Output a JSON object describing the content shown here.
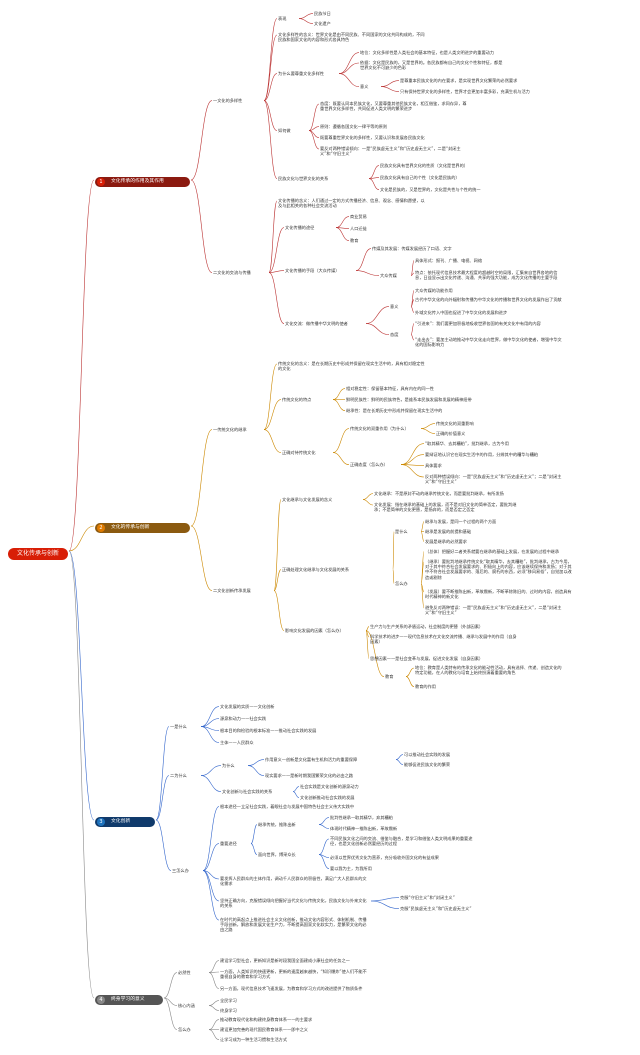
{
  "root": "文化传承与创新",
  "sections": [
    {
      "num": "1",
      "label": "文化传承的作用及其作用",
      "color": "#8b1a10",
      "bullet": "#d81e06"
    },
    {
      "num": "2",
      "label": "文化的传承与创新",
      "color": "#8b5a10",
      "bullet": "#e07b00"
    },
    {
      "num": "3",
      "label": "文化创新",
      "color": "#103a6b",
      "bullet": "#1e73be"
    },
    {
      "num": "4",
      "label": "终身学习的意义",
      "color": "#555555",
      "bullet": "#888888"
    }
  ],
  "nodes": {
    "s1a": "一文化的多样性",
    "s1a1": "表现",
    "s1a1a": "民族节日",
    "s1a1b": "文化遗产",
    "s1a2": "文化多样性的含义：世界文化是由不同民族、不同国家的文化共同构成的，不同民族和国家文化的内容和形式各具特色",
    "s1a3": "为什么要尊重文化多样性",
    "s1a3a": "地位：文化多样性是人类社会的基本特征，也是人类文明进步的重要动力",
    "s1a3b": "依据：文化是民族的，又是世界的。各民族都有自己的文化个性和特征，都是世界文化不可缺少的色彩",
    "s1a3c": "意义",
    "s1a3c1": "是尊重本民族文化的内在要求，是实现世界文化繁荣的必然要求",
    "s1a3c2": "只有保持世界文化的多样性，世界才会更加丰富多彩，充满生机与活力",
    "s1a4": "如何做",
    "s1a4a": "态度：既要认同本民族文化，又要尊重其他民族文化，相互借鉴，求同存异，尊重世界文化多样性，共同促进人类文明的繁荣进步",
    "s1a4b": "原则：遵循各国文化一律平等的原则",
    "s1a4c": "既要尊重世界文化的多样性，又要认识和发展各民族文化",
    "s1a4d": "要反对两种错误倾向：一是“民族虚无主义”和“历史虚无主义”，二是“封闭主义”和“守旧主义”",
    "s1a5": "民族文化与世界文化的关系",
    "s1a5a": "民族文化具有世界文化的性质（文化是世界的）",
    "s1a5b": "民族文化具有自己的个性（文化是民族的）",
    "s1a5c": "文化是民族的，又是世界的，文化是共性与个性的统一",
    "s1b": "二文化的交流与传播",
    "s1b1": "文化传播的含义：人们通过一定的方式传播经济、信息、观念、感情和愿望，以及与此相关的各种社会交流活动",
    "s1b2": "文化传播的途径",
    "s1b2a": "商业贸易",
    "s1b2b": "人口迁徙",
    "s1b2c": "教育",
    "s1b3": "文化传播的手段（大众传媒）",
    "s1b3a": "传媒及其发展：传媒发展经历了口语、文字",
    "s1b3b": "大众传媒",
    "s1b3b1": "具体形式：报刊、广播、电视、网络",
    "s1b3b2": "特点：依托现代信息技术最大程度的超越时空的局限，汇集来自世界各地的信息，日益显示出文化传递、沟通、共享的强大功能，成为文化传播的主要手段",
    "s1b4": "文化交流：做传播中华文明的使者",
    "s1b4a": "意义",
    "s1b4a1": "大众传媒的功能作用",
    "s1b4a2": "古代中华文化的向外辐射和传播为中华文化的传播和世界文化的发展作出了贡献",
    "s1b4a3": "外域文化传入中国也促进了中华文化的发展和进步",
    "s1b4b": "态度",
    "s1b4b1": "“引进来”：我们要更加积极地吸收世界各国的有关文化中有用的内容",
    "s1b4b2": "“走出去”：要加主动地推动中华文化走向世界，做中华文化的使者，增强中华文化的国际影响力",
    "s2a": "一传统文化的继承",
    "s2a1": "传统文化的含义：是在长期历史中形成并保留在现实生活中的，具有相对稳定性的文化",
    "s2a2": "传统文化的特点",
    "s2a2a": "相对稳定性：保留基本特征，具有内在的同一性",
    "s2a2b": "鲜明民族性：鲜明的民族特色，是维系本民族发展和发展的精神纽带",
    "s2a2c": "继承性：是在长期历史中形成并保留在现实生活中的",
    "s2a3": "正确对待传统文化",
    "s2a3a": "传统文化的双重作用（为什么）",
    "s2a3a1": "传统文化的双重影响",
    "s2a3a2": "正确的价值意义",
    "s2a3b": "正确态度（怎么办）",
    "s2a3b1": "“取其精华、去其糟粕”，批判继承，古为今用",
    "s2a3b2": "要辩证地认识它在现实生活中的作用，分辨其中的糟华与糟粕",
    "s2a3b3": "具体要求",
    "s2a3b4": "反对两种错误倾向：一是“民族虚无主义”和“历史虚无主义”；二是“封闭主义”和“守旧主义”",
    "s2b": "二文化创新传承发展",
    "s2b1": "文化继承与文化发展的含义",
    "s2b1a": "文化继承：不是原封不动的继承传统文化，而是要批判继承，有所发扬",
    "s2b1b": "文化发展：指在继承的基础上的发展，而不是对旧文化的简单否定，要批判继承；不是简单的文化更替，是扬弃的，而是否定之否定",
    "s2b2": "正确处理文化继承与文化发展的关系",
    "s2b2a": "是什么",
    "s2b2a1": "继承与发展，是同一个过程的两个方面",
    "s2b2a2": "继承是发展的前提和基础",
    "s2b2a3": "发展是继承的必然要求",
    "s2b2b": "怎么办",
    "s2b2b1": "（总体）把握好二者关系就要在继承的基础上发展，在发展的过程中继承",
    "s2b2b2": "（继承）要批判地继承传统文化“取其精华，去其糟粕”，批判继承，古为今用，对于其中符合社会发展要求的、积极向上的内容，应该继续保持和发扬；对于其中不符合社会发展要求的、落后的、腐朽的东西，必须“移风易俗”，自觉加以改造或剔除",
    "s2b2b3": "（发展）要不断推陈出新，革故鼎新，不断革除陈旧的、过时的内容，创造具有时代精神的新文化",
    "s2b2b4": "避免反对两种错误：一是“民族虚无主义”和“历史虚无主义”，二是“封闭主义”和“守旧主义”",
    "s2b3": "影响文化发展的因素（怎么办）",
    "s2b3a": "生产力与生产关系的矛盾运动，社会制度的更替（外部因素）",
    "s2b3b": "科学技术的进步——现代信息技术在文化交流传播、继承与发展中的作用（自身因素）",
    "s2b3c": "思想因素——是社会变革与发展，促进文化发展（自身因素）",
    "s2b3d": "教育",
    "s2b3d1": "地位：教育是人类特有的传承文化的能动性活动，具有选择、传递、创造文化的特定功能，在人的教化与培育上始终扮演着重要的角色",
    "s2b3d2": "教育的作用",
    "s3a": "一是什么",
    "s3a1": "文化发展的实质——文化创新",
    "s3a2": "源泉和动力——社会实践",
    "s3a3": "根本目的和检验的根本标准——推动社会实践的发展",
    "s3a4": "主体——人民群众",
    "s3b": "二为什么",
    "s3b1": "为什么",
    "s3b1a": "作用意义—创新是文化富有生机和活力的重要保障",
    "s3b1a1": "可以推动社会实践的发展",
    "s3b1a2": "能够促进民族文化的繁荣",
    "s3b1b": "现实要求——是新时期我国繁荣文化的必由之路",
    "s3b2": "文化创新与社会实践的关系",
    "s3b2a": "社会实践是文化创新的源泉动力",
    "s3b2b": "文化创新推动社会实践的发展",
    "s3c": "三怎么办",
    "s3c1": "根本途径—立足社会实践，着眼社会与发展中国特色社会主义伟大实践中",
    "s3c2": "重要途径",
    "s3c2a": "继承传统，推陈出新",
    "s3c2a1": "批判性继承—取其精华，弃其糟粕",
    "s3c2a2": "体现时代精神—推陈出新，革故鼎新",
    "s3c2b": "面向世界，博采众长",
    "s3c2b1": "不同民族文化之间的交流、借鉴与融合，是学习和借鉴人类文明成果的重要途径，也是文化创新必然要经历的过程",
    "s3c2b2": "必须以世界优秀文化为营养，充分吸收外国文化的有益成果",
    "s3c2b3": "要以我为主，为我所用",
    "s3c3": "要发挥人民群众的主体作用，调动千人民群众的积极性，满足广大人民群众的文化需求",
    "s3c4": "坚持正确方向，克服错误倾向把握好当代文化与传统文化，民族文化与外来文化的关系",
    "s3c4a": "克服“守旧主义”和“封闭主义”",
    "s3c4b": "克服“民族虚无主义”和“历史虚无主义”",
    "s3c5": "在时代的高起点上推进社会主义文化创新，推动文化内容形式、体制机制、传播手段创新，解放和发展文化生产力，不断提高国家文化软实力，是繁荣文化的必由之路",
    "s4a": "必然性",
    "s4a1": "建设学习型社会，更新知识是新时段我国全面建成小康社会的任务之一",
    "s4a2": "一方面，人类知识的快速更新，更新的速度越来越快，“知识爆炸”使人们不能不重视自身的教育和学习方式",
    "s4a3": "另一方面，现代信息技术飞速发展，为教育和学习方式的改进提供了物质条件",
    "s4b": "核心内涵",
    "s4b1": "全民学习",
    "s4b2": "终身学习",
    "s4c": "怎么办",
    "s4c1": "推动教育现代化和构建终身教育体系——的主要求",
    "s4c2": "建设更加完善的现代国民教育体系——即中之义",
    "s4c3": "让学习成为一种生活习惯和生活方式"
  }
}
